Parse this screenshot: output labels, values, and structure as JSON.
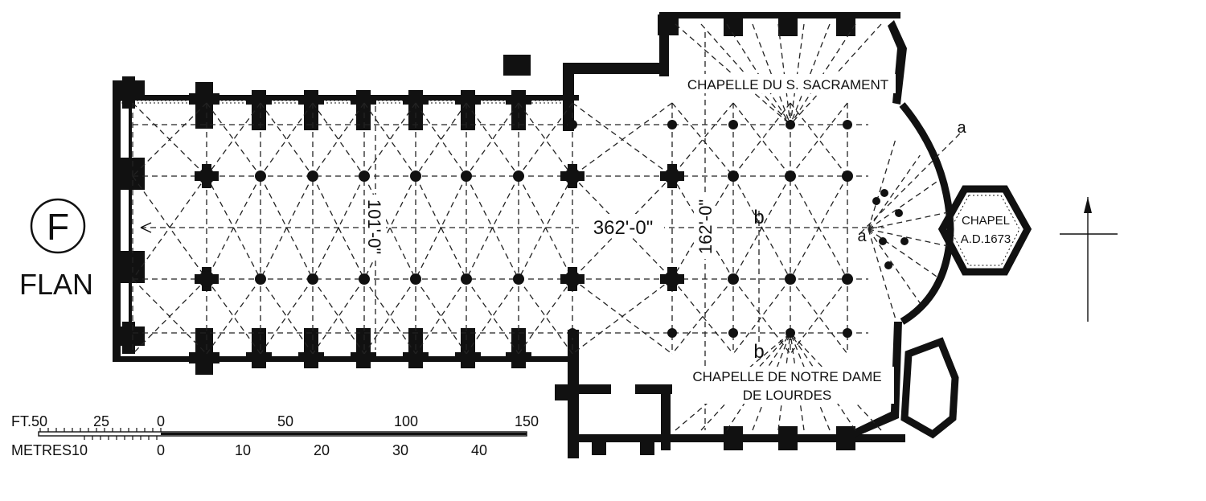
{
  "plan_letter": "F",
  "plan_title": "FLAN",
  "labels": {
    "length": "362'-0\"",
    "width_nave": "101'-0\"",
    "width_transept": "162'-0\"",
    "section_left": "b",
    "section_right": "b",
    "section_diag_top": "a",
    "section_diag_bottom": "a"
  },
  "chapels": {
    "sacrament": "CHAPELLE DU S. SACRAMENT",
    "lourdes_line1": "CHAPELLE DE NOTRE DAME",
    "lourdes_line2": "DE LOURDES",
    "apse_line1": "CHAPEL",
    "apse_line2": "A.D.1673"
  },
  "scale": {
    "feet_label": "FT.50",
    "feet_ticks": [
      "25",
      "0",
      "50",
      "100",
      "150"
    ],
    "metres_label": "METRES10",
    "metres_ticks": [
      "0",
      "10",
      "20",
      "30",
      "40"
    ]
  }
}
